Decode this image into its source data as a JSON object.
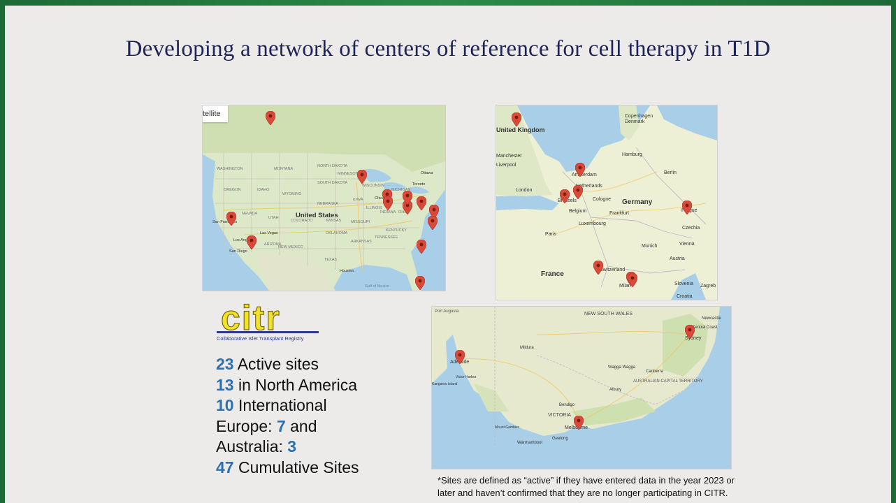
{
  "slide": {
    "title": "Developing a network of centers of reference for cell therapy in T1D"
  },
  "maps": {
    "north_america": {
      "satellite_label": "tellite",
      "labels": [
        "United States",
        "WASHINGTON",
        "MONTANA",
        "NORTH DAKOTA",
        "SOUTH DAKOTA",
        "MINNESOTA",
        "WISCONSIN",
        "MICHIGAN",
        "OREGON",
        "IDAHO",
        "WYOMING",
        "NEBRASKA",
        "IOWA",
        "NEVADA",
        "UTAH",
        "COLORADO",
        "KANSAS",
        "MISSOURI",
        "ILLINOIS",
        "INDIANA",
        "OHIO",
        "KENTUCKY",
        "TENNESSEE",
        "ARKANSAS",
        "ARIZONA",
        "NEW MEXICO",
        "TEXAS",
        "OKLAHOMA",
        "San Francisco",
        "Las Vegas",
        "Los Angeles",
        "San Diego",
        "Chicago",
        "Toronto",
        "Ottawa",
        "Houston",
        "Gulf of Mexico"
      ],
      "pin_count": 13
    },
    "europe": {
      "labels": [
        "United Kingdom",
        "Copenhagen",
        "Denmark",
        "Hamburg",
        "Berlin",
        "Manchester",
        "Liverpool",
        "Amsterdam",
        "Netherlands",
        "London",
        "Brussels",
        "Belgium",
        "Cologne",
        "Germany",
        "Prague",
        "Frankfurt",
        "Luxembourg",
        "Czechia",
        "Paris",
        "Munich",
        "Vienna",
        "France",
        "Switzerland",
        "Austria",
        "Milan",
        "Slovenia",
        "Zagreb",
        "Croatia"
      ],
      "pin_count": 8
    },
    "australia": {
      "labels": [
        "Port Augusta",
        "NEW SOUTH WALES",
        "Newcastle",
        "Central Coast",
        "Sydney",
        "Adelaide",
        "Mildura",
        "Canberra",
        "Wagga Wagga",
        "AUSTRALIAN CAPITAL TERRITORY",
        "Albury",
        "Bendigo",
        "VICTORIA",
        "Melbourne",
        "Mount Gambier",
        "Warrnambool",
        "Geelong",
        "Victor Harbor",
        "Kangaroo Island"
      ],
      "pin_count": 3
    }
  },
  "logo": {
    "wordmark": "citr",
    "subtitle": "Collaborative Islet Transplant Registry"
  },
  "stats": {
    "active_num": "23",
    "active_text": " Active sites",
    "na_num": "13",
    "na_text": " in North America",
    "intl_num": "10",
    "intl_text": " International",
    "europe_text": "Europe: ",
    "europe_num": "7",
    "europe_after": " and",
    "australia_text": "Australia: ",
    "australia_num": "3",
    "cumulative_num": "47",
    "cumulative_text": " Cumulative Sites"
  },
  "footnote": {
    "line1": "*Sites are defined as “active” if they have entered data in the year 2023 or",
    "line2": "later and haven’t confirmed that they are no longer participating in CITR."
  },
  "colors": {
    "title": "#1f2458",
    "number_blue": "#2e6fb0",
    "pin_red": "#d94a38",
    "logo_yellow": "#f2e32a",
    "logo_navy": "#2a3a8c",
    "frame_green": "#1f6b3a"
  }
}
